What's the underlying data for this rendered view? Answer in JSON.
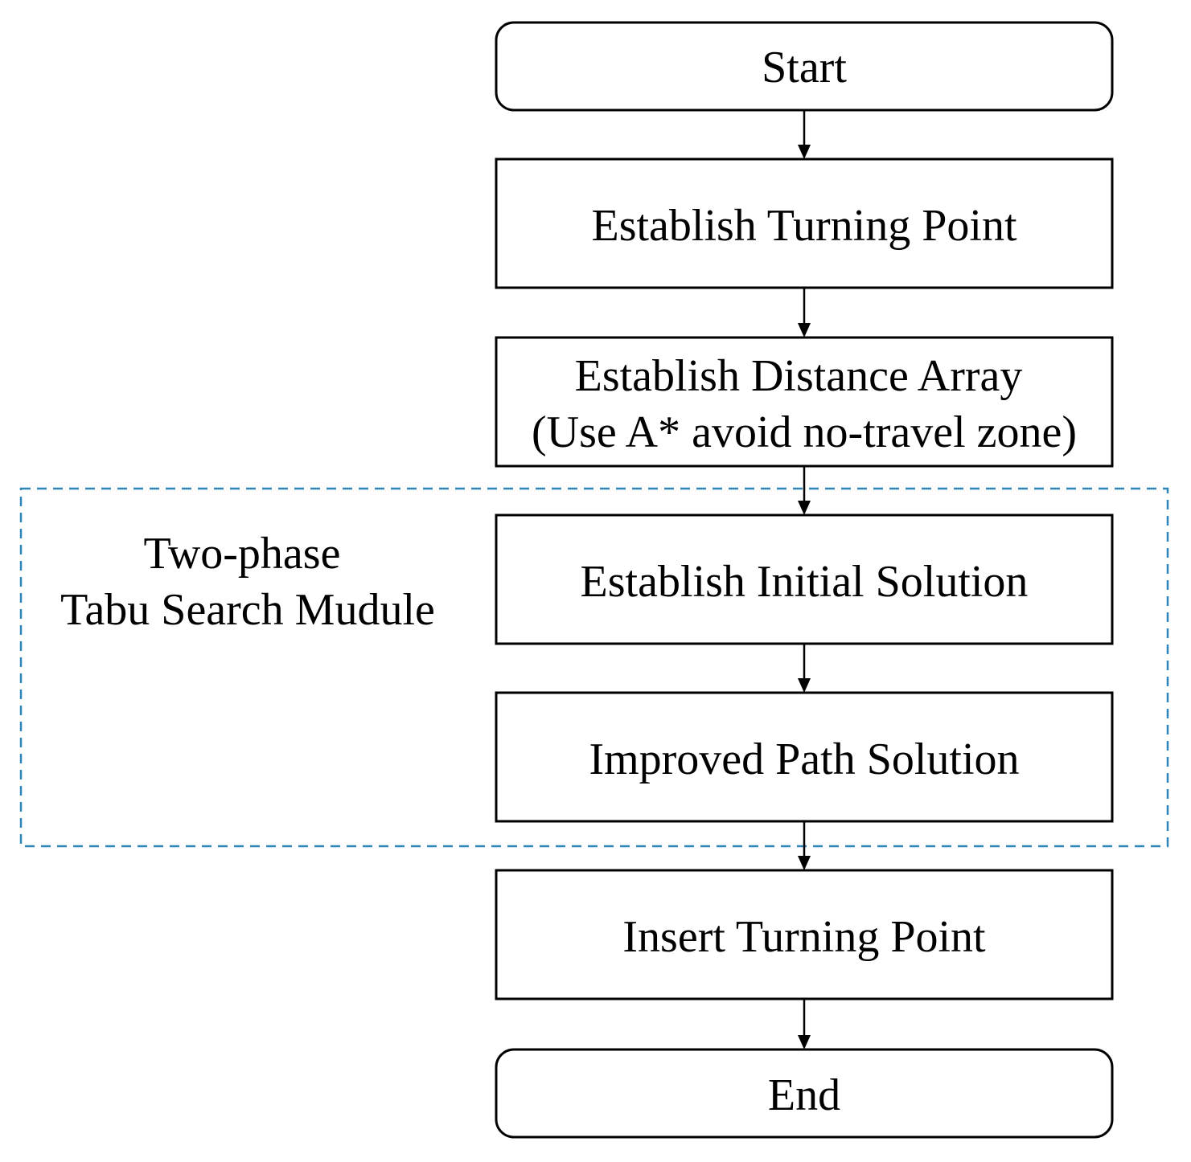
{
  "diagram": {
    "group": {
      "label_lines": [
        "Two-phase",
        "Tabu Search Mudule"
      ],
      "border_color": "#2f86b8"
    },
    "nodes": [
      {
        "id": "start",
        "shape": "rounded",
        "lines": [
          "Start"
        ]
      },
      {
        "id": "turning",
        "shape": "rect",
        "lines": [
          "Establish Turning Point"
        ]
      },
      {
        "id": "distance",
        "shape": "rect",
        "lines": [
          "Establish Distance Array",
          "(Use A* avoid no-travel zone)"
        ]
      },
      {
        "id": "initial",
        "shape": "rect",
        "lines": [
          "Establish Initial Solution"
        ]
      },
      {
        "id": "improved",
        "shape": "rect",
        "lines": [
          "Improved Path Solution"
        ]
      },
      {
        "id": "insert",
        "shape": "rect",
        "lines": [
          "Insert Turning Point"
        ]
      },
      {
        "id": "end",
        "shape": "rounded",
        "lines": [
          "End"
        ]
      }
    ],
    "edges": [
      {
        "from": "start",
        "to": "turning"
      },
      {
        "from": "turning",
        "to": "distance"
      },
      {
        "from": "distance",
        "to": "initial"
      },
      {
        "from": "initial",
        "to": "improved"
      },
      {
        "from": "improved",
        "to": "insert"
      },
      {
        "from": "insert",
        "to": "end"
      }
    ]
  }
}
